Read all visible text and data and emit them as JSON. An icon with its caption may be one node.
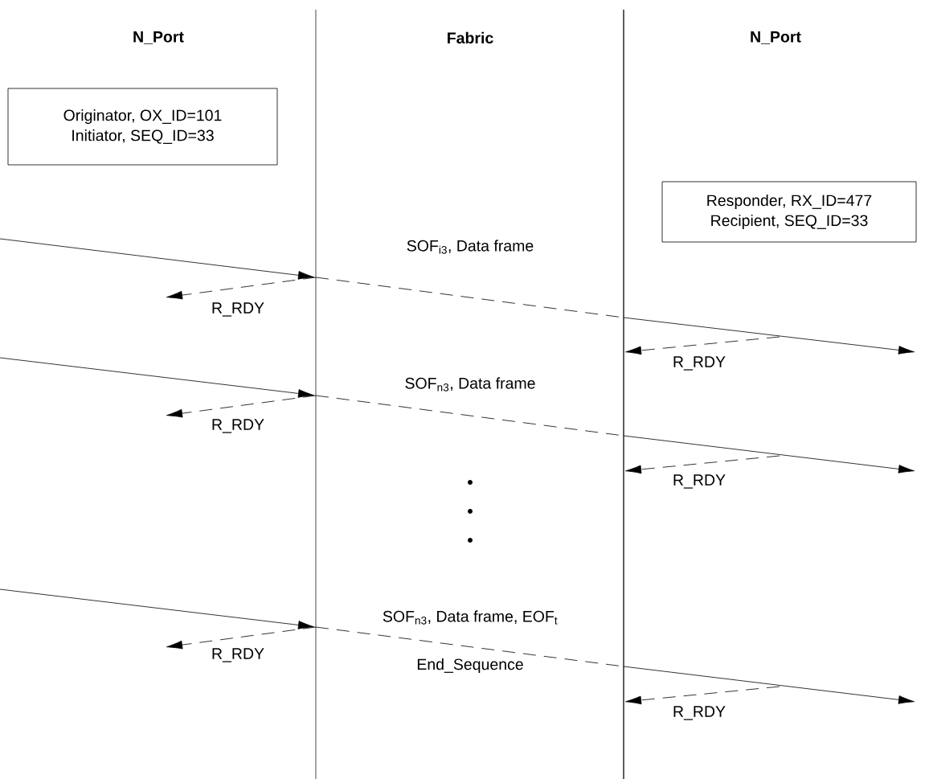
{
  "diagram": {
    "nodes": [
      {
        "text": [
          "N_Port"
        ]
      },
      {
        "text": [
          "Fabric"
        ]
      },
      {
        "text": [
          "N_Port"
        ]
      },
      {
        "text": [
          "Originator, OX_ID=101",
          "Initiator, SEQ_ID=33"
        ]
      },
      {
        "text": [
          "Responder, RX_ID=477",
          "Recipient, SEQ_ID=33"
        ]
      },
      {
        "text": [],
        "shape": "line"
      },
      {
        "text": [],
        "shape": "line"
      }
    ],
    "edges": [
      {
        "from": null,
        "to": 5,
        "arrow": "to"
      },
      {
        "from": 5,
        "to": 6,
        "arrow": "none",
        "style": "dashed",
        "label": "SOF$_{i3}$, Data frame"
      },
      {
        "from": 6,
        "to": null,
        "arrow": "to"
      },
      {
        "from": 5,
        "to": null,
        "arrow": "to",
        "style": "dashed",
        "label": "R_RDY"
      },
      {
        "from": null,
        "to": 6,
        "arrow": "to",
        "style": "dashed",
        "label": "R_RDY"
      },
      {
        "from": null,
        "to": 5,
        "arrow": "to"
      },
      {
        "from": 5,
        "to": 6,
        "arrow": "none",
        "style": "dashed",
        "label": "SOF$_{n3}$, Data frame"
      },
      {
        "from": 6,
        "to": null,
        "arrow": "to"
      },
      {
        "from": 5,
        "to": null,
        "arrow": "to",
        "style": "dashed",
        "label": "R_RDY"
      },
      {
        "from": null,
        "to": 6,
        "arrow": "to",
        "style": "dashed",
        "label": "R_RDY"
      },
      {
        "from": null,
        "to": 5,
        "arrow": "to"
      },
      {
        "from": 5,
        "to": 6,
        "arrow": "none",
        "style": "dashed",
        "label": "SOF$_{n3}$, Data frame, EOF$_{t}$"
      },
      {
        "from": 6,
        "to": null,
        "arrow": "to"
      },
      {
        "from": 5,
        "to": null,
        "arrow": "to",
        "style": "dashed",
        "label": "R_RDY"
      },
      {
        "from": null,
        "to": 6,
        "arrow": "to",
        "style": "dashed",
        "label": "R_RDY"
      }
    ],
    "labels": [
      "End_Sequence"
    ]
  }
}
